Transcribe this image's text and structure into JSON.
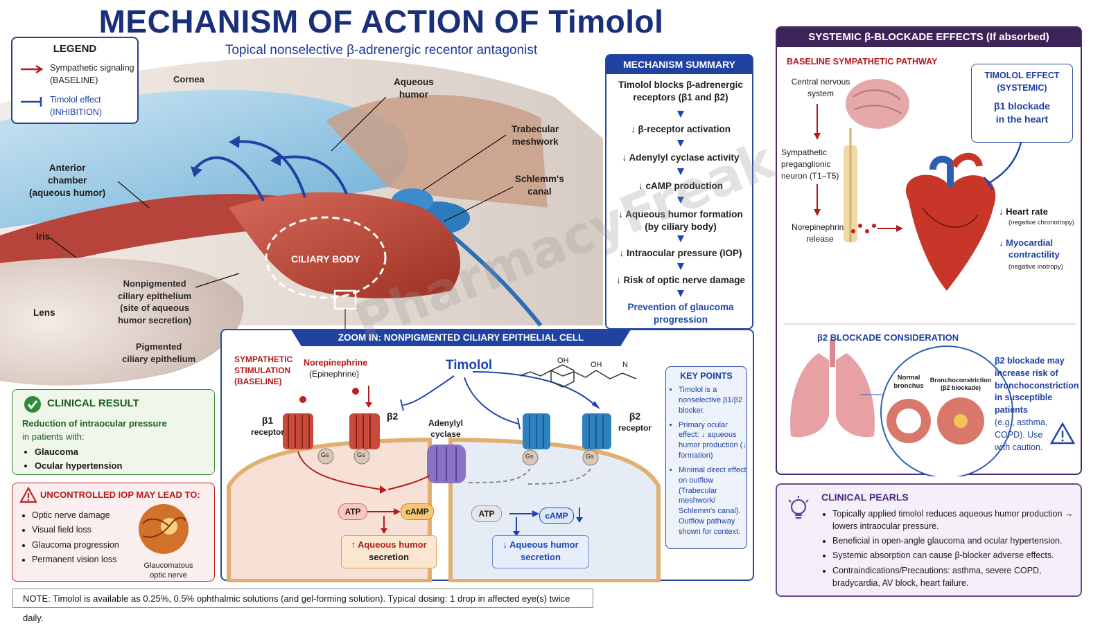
{
  "title": "MECHANISM OF ACTION OF Timolol",
  "subtitle": "Topical nonselective β-adrenergic recentor antagonist",
  "legend": {
    "heading": "LEGEND",
    "item1": "Sympathetic signaling (BASELINE)",
    "item1_line1": "Sympathetic signaling",
    "item1_line2": "(BASELINE)",
    "item2_line1": "Timolol effect",
    "item2_line2": "(INHIBITION)",
    "colors": {
      "baseline": "#b51a1a",
      "inhibition": "#1c45b0"
    }
  },
  "eye_labels": {
    "cornea": "Cornea",
    "aqueous_humor": [
      "Aqueous",
      "humor"
    ],
    "trabecular": [
      "Trabecular",
      "meshwork"
    ],
    "schlemm": [
      "Schlemm's",
      "canal"
    ],
    "anterior_chamber": [
      "Anterior",
      "chamber",
      "(aqueous humor)"
    ],
    "iris": "Iris",
    "ciliary_body": "CILIARY BODY",
    "nonpigmented": [
      "Nonpigmented",
      "ciliary epithelium",
      "(site of aqueous",
      "humor secretion)"
    ],
    "lens": "Lens",
    "pigmented": [
      "Pigmented",
      "ciliary epithelium"
    ]
  },
  "mechanism_summary": {
    "header": "MECHANISM SUMMARY",
    "intro_line1": "Timolol blocks β-adrenergic",
    "intro_line2": "receptors (β1 and β2)",
    "steps": [
      "↓ β-receptor activation",
      "↓ Adenylyl cyclase activity",
      "↓ cAMP production",
      "↓ Aqueous humor formation",
      "(by ciliary body)",
      "↓ Intraocular pressure (IOP)",
      "↓ Risk of optic nerve damage"
    ],
    "final_line1": "Prevention of glaucoma",
    "final_line2": "progression"
  },
  "zoom": {
    "header": "ZOOM IN: NONPIGMENTED CILIARY EPITHELIAL CELL",
    "sympathetic": [
      "SYMPATHETIC",
      "STIMULATION",
      "(BASELINE)"
    ],
    "norepinephrine": "Norepinephrine",
    "epinephrine": "(Epinephrine)",
    "timolol": "Timolol",
    "beta1": "β1",
    "beta1_sub": "receptor",
    "beta2_left": "β2",
    "beta2_right": "β2",
    "beta2_sub": "receptor",
    "adenylyl": [
      "Adenylyl",
      "cyclase"
    ],
    "gs": "Gs",
    "atp": "ATP",
    "camp": "cAMP",
    "oh1": "OH",
    "oh2": "OH",
    "n_label": "N",
    "result_up": [
      "↑ Aqueous humor",
      "secretion"
    ],
    "result_down": [
      "↓ Aqueous humor",
      "secretion"
    ]
  },
  "key_points": {
    "heading": "KEY POINTS",
    "items": [
      "Timolol is a nonselective β1/β2 blocker.",
      "Primary ocular effect: ↓ aqueous humor production (↓ formation)",
      "Minimal direct effect on outflow (Trabecular meshwork/ Schlemm's canal). Outflow pathway shown for context."
    ]
  },
  "clinical_result": {
    "heading": "CLINICAL RESULT",
    "text_line1": "Reduction of intraocular pressure",
    "text_line2": "in patients with:",
    "items": [
      "Glaucoma",
      "Ocular hypertension"
    ]
  },
  "uncontrolled": {
    "heading": "UNCONTROLLED IOP MAY LEAD TO:",
    "items": [
      "Optic nerve damage",
      "Visual field loss",
      "Glaucoma progression",
      "Permanent vision loss"
    ],
    "image_caption": [
      "Glaucomatous",
      "optic nerve"
    ]
  },
  "systemic": {
    "header": "SYSTEMIC β-BLOCKADE EFFECTS (If absorbed)",
    "baseline_heading": "BASELINE SYMPATHETIC PATHWAY",
    "cns": [
      "Central nervous",
      "system"
    ],
    "preganglionic": [
      "Sympathetic",
      "preganglionic",
      "neuron (T1–T5)"
    ],
    "norepi": [
      "Norepinephrine",
      "release"
    ],
    "timolol_box": [
      "TIMOLOL EFFECT",
      "(SYSTEMIC)"
    ],
    "timolol_box_effect": [
      "β1 blockade",
      "in the heart"
    ],
    "heart_rate": "↓ Heart rate",
    "heart_rate_sub": "(negative chronotropy)",
    "myocardial": [
      "↓ Myocardial",
      "contractility"
    ],
    "myocardial_sub": "(negative inotropy)",
    "b2_heading": "β2 BLOCKADE CONSIDERATION",
    "normal_bronchus": [
      "Normal",
      "bronchus"
    ],
    "bronchoconstriction": [
      "Bronchoconstriction",
      "(β2 blockade)"
    ],
    "b2_text": [
      "β2 blockade may",
      "increase risk of",
      "bronchoconstriction",
      "in susceptible",
      "patients"
    ],
    "b2_note": [
      "(e.g., asthma,",
      "COPD). Use",
      "with caution."
    ]
  },
  "pearls": {
    "heading": "CLINICAL PEARLS",
    "items": [
      "Topically applied timolol reduces aqueous humor production → lowers intraocular pressure.",
      "Beneficial in open-angle glaucoma and ocular hypertension.",
      "Systemic absorption can cause β-blocker adverse effects.",
      "Contraindications/Precautions: asthma, severe COPD, bradycardia, AV block, heart failure."
    ]
  },
  "note": "NOTE: Timolol is available as 0.25%, 0.5% ophthalmic solutions (and gel-forming solution). Typical dosing: 1 drop in affected eye(s) twice daily.",
  "watermark": "PharmacyFreak"
}
